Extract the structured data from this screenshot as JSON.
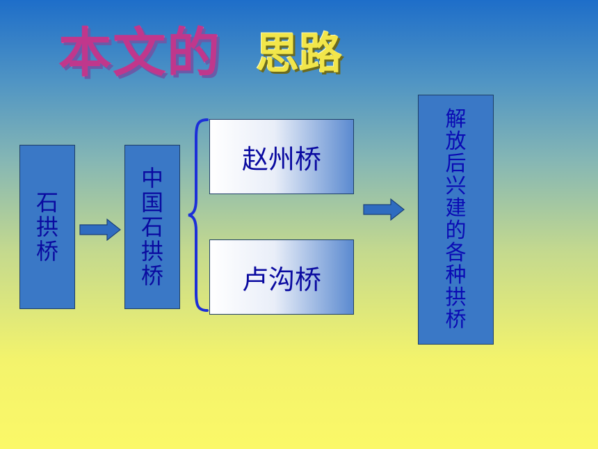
{
  "title": {
    "part1": "本文的",
    "part2": "思路"
  },
  "boxes": {
    "stone_arch": [
      "石",
      "拱",
      "桥"
    ],
    "china_stone_arch": [
      "中",
      "国",
      "石",
      "拱",
      "桥"
    ],
    "zhaozhou": "赵州桥",
    "lugou": "卢沟桥",
    "after_liberation": [
      "解",
      "放",
      "后",
      "兴",
      "建",
      "的",
      "各",
      "种",
      "拱",
      "桥"
    ]
  },
  "colors": {
    "box_fill": "#3a78c6",
    "text_blue": "#0a0aa0",
    "brace_blue": "#1c2fd8",
    "arrow_blue": "#2f6cc0"
  }
}
